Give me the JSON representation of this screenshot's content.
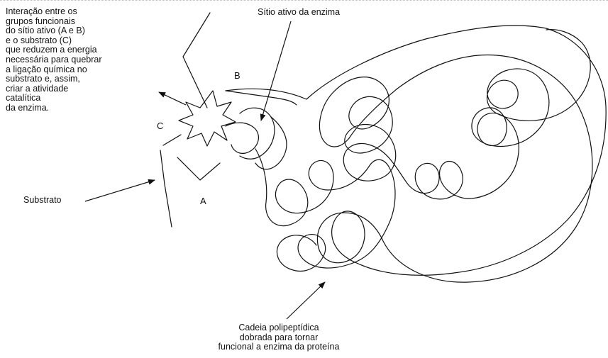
{
  "labels": {
    "interaction": [
      "Interação entre os",
      "grupos funcionais",
      "do sítio ativo (A e B)",
      "e o substrato (C)",
      "que reduzem a energia",
      "necessária para quebrar",
      "a ligação química no",
      "substrato e, assim,",
      "criar a atividade",
      "catalítica",
      "da enzima."
    ],
    "active_site": "Sítio ativo da enzima",
    "substrate": "Substrato",
    "caption": [
      "Cadeia polipeptídica",
      "dobrada para tornar",
      "funcional a enzima da proteína"
    ],
    "group_a": "A",
    "group_b": "B",
    "substrate_c": "C"
  }
}
